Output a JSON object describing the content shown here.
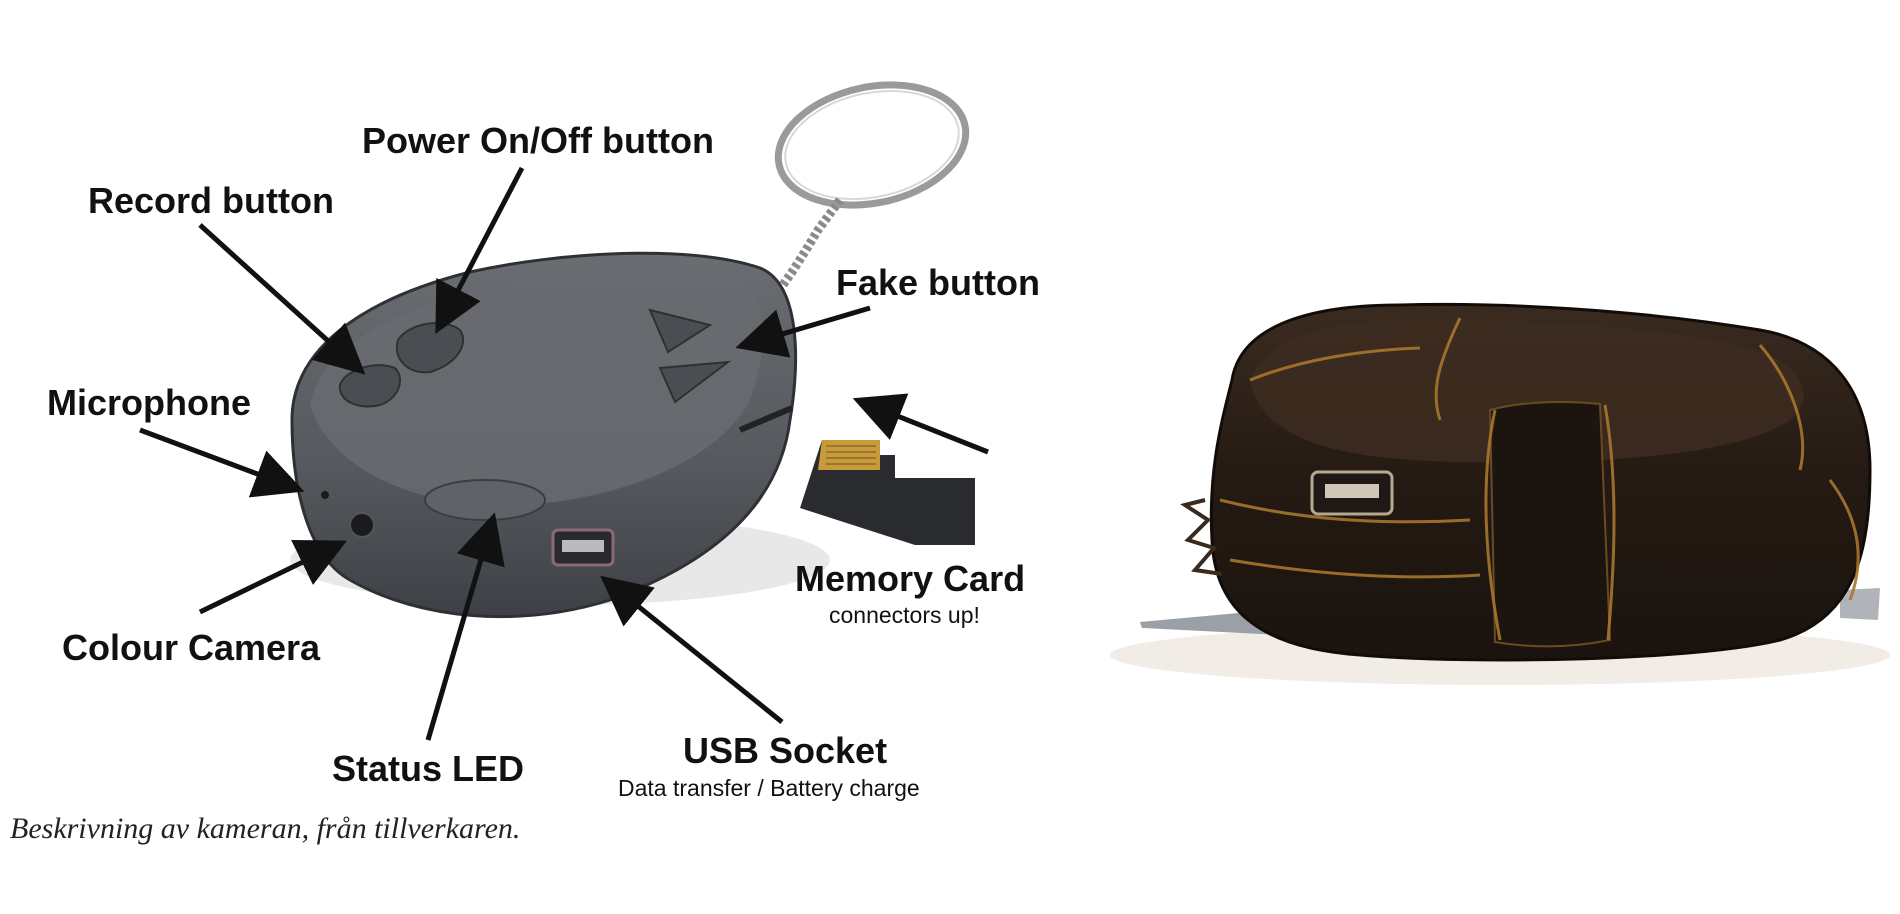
{
  "labels": {
    "power": "Power On/Off button",
    "record": "Record button",
    "fake": "Fake button",
    "microphone": "Microphone",
    "memory_card": "Memory Card",
    "memory_card_note": "connectors up!",
    "colour_camera": "Colour Camera",
    "status_led": "Status LED",
    "usb_socket": "USB Socket",
    "usb_note": "Data transfer / Battery charge"
  },
  "caption": "Beskrivning av kameran, från tillverkaren.",
  "colors": {
    "device_body": "#5a5d62",
    "device_dark": "#3b3e43",
    "arrow": "#111111",
    "wrapped_device": "#2a1f17",
    "tape_glue": "#a8762c"
  }
}
